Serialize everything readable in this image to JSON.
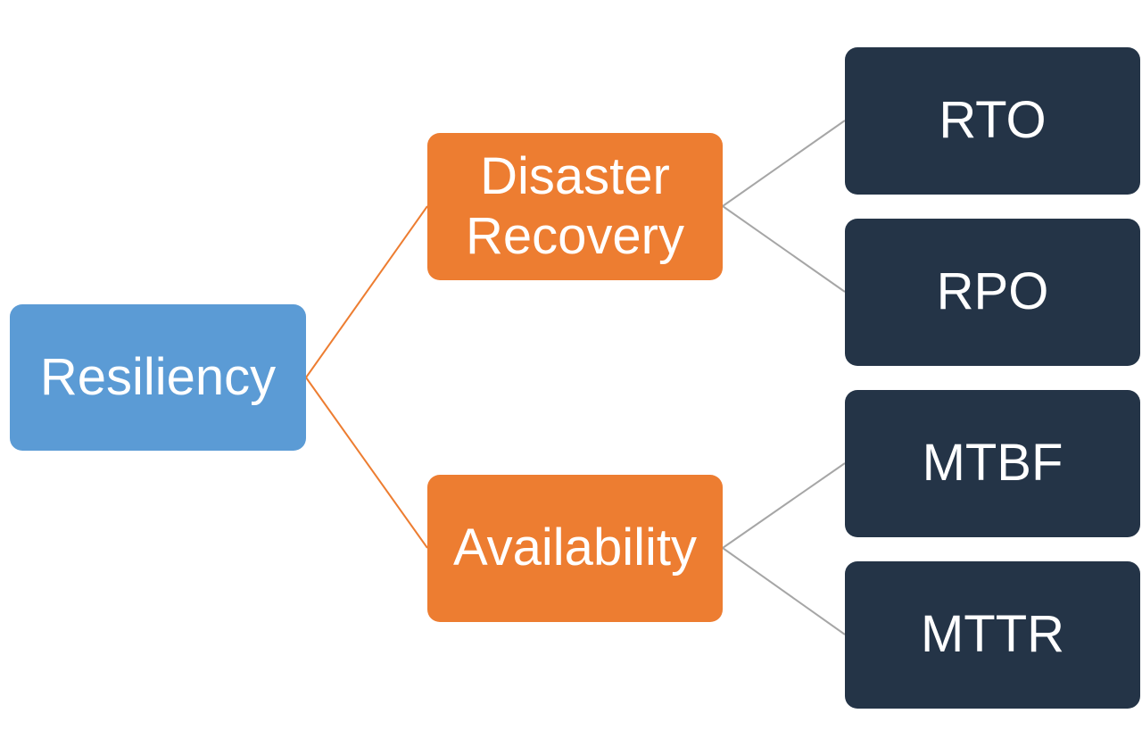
{
  "colors": {
    "root": "#5b9bd5",
    "branch": "#ed7d31",
    "leaf": "#243447",
    "root_connector": "#ed7d31",
    "leaf_connector": "#a6a6a6"
  },
  "diagram": {
    "root": {
      "label": "Resiliency"
    },
    "branches": [
      {
        "label_lines": [
          "Disaster",
          "Recovery"
        ],
        "children": [
          {
            "label": "RTO"
          },
          {
            "label": "RPO"
          }
        ]
      },
      {
        "label_lines": [
          "Availability"
        ],
        "children": [
          {
            "label": "MTBF"
          },
          {
            "label": "MTTR"
          }
        ]
      }
    ]
  }
}
